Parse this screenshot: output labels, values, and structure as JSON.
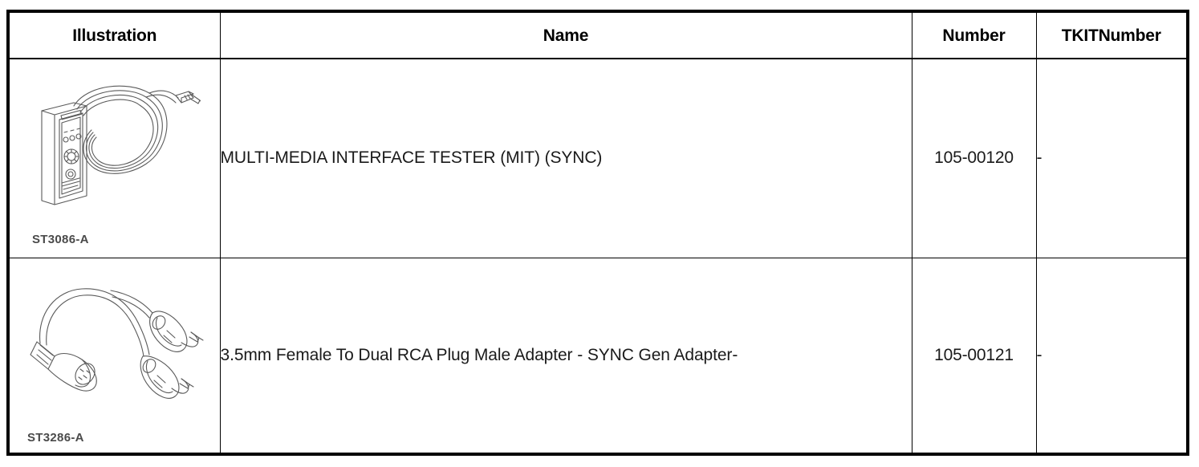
{
  "document": {
    "type": "special-tools-parts-table",
    "colors": {
      "border": "#000000",
      "text": "#000000",
      "caption_text": "#4a4a4a",
      "background": "#ffffff",
      "line_art": "#555555"
    }
  },
  "table": {
    "columns": [
      {
        "key": "illustration",
        "label": "Illustration"
      },
      {
        "key": "name",
        "label": "Name"
      },
      {
        "key": "number",
        "label": "Number"
      },
      {
        "key": "tkitnumber",
        "label": "TKITNumber"
      }
    ],
    "rows": [
      {
        "illustration": {
          "caption": "ST3086-A",
          "icon": "multimedia-interface-tester-line-art",
          "description": "Handheld tester box with coiled multi-conductor cable ending in a plug"
        },
        "name": "MULTI-MEDIA INTERFACE TESTER (MIT) (SYNC)",
        "number": "105-00120",
        "tkitnumber": "-"
      },
      {
        "illustration": {
          "caption": "ST3286-A",
          "icon": "rca-adapter-cable-line-art",
          "description": "Short adapter cable with 3.5mm female jack on one end and two RCA male plugs on the other"
        },
        "name": "3.5mm Female To Dual RCA Plug Male Adapter - SYNC Gen Adapter-",
        "number": "105-00121",
        "tkitnumber": "-"
      }
    ]
  }
}
